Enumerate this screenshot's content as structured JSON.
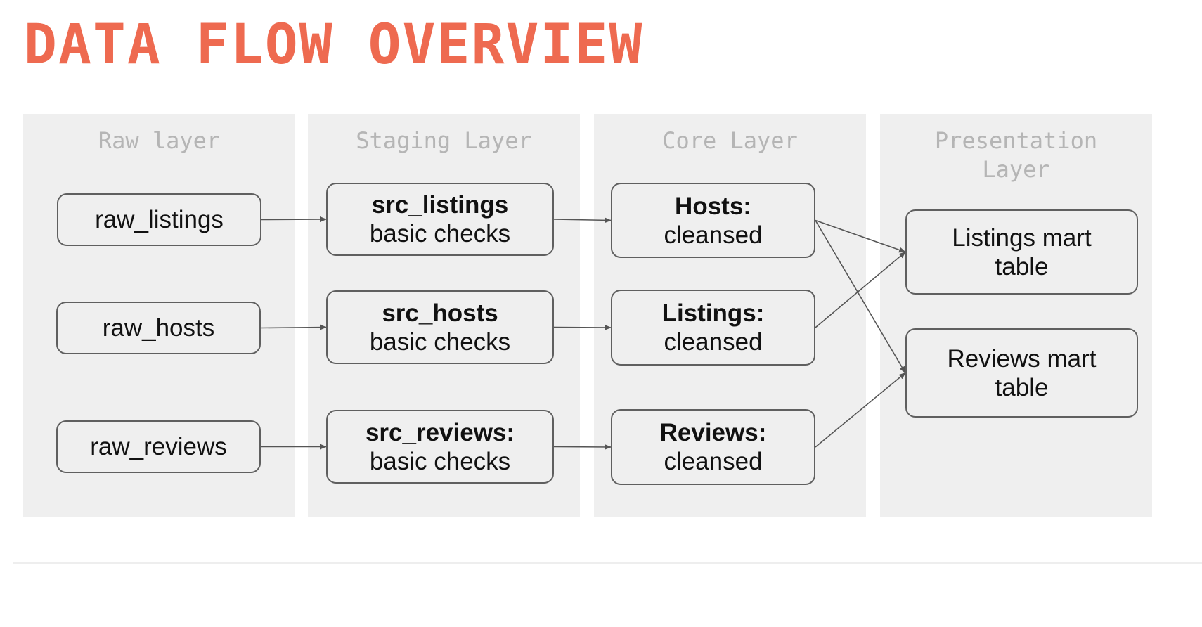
{
  "title": "DATA FLOW OVERVIEW",
  "columns": [
    {
      "title": "Raw layer"
    },
    {
      "title": "Staging Layer"
    },
    {
      "title": "Core Layer"
    },
    {
      "title": "Presentation Layer"
    }
  ],
  "nodes": {
    "raw_listings": {
      "label": "raw_listings"
    },
    "raw_hosts": {
      "label": "raw_hosts"
    },
    "raw_reviews": {
      "label": "raw_reviews"
    },
    "src_listings": {
      "bold": "src_listings",
      "text": "basic checks"
    },
    "src_hosts": {
      "bold": "src_hosts",
      "text": "basic checks"
    },
    "src_reviews": {
      "bold": "src_reviews:",
      "text": "basic checks"
    },
    "hosts_cleansed": {
      "bold": "Hosts:",
      "text": "cleansed"
    },
    "listings_cleansed": {
      "bold": "Listings:",
      "text": "cleansed"
    },
    "reviews_cleansed": {
      "bold": "Reviews:",
      "text": "cleansed"
    },
    "listings_mart": {
      "label": "Listings mart table"
    },
    "reviews_mart": {
      "label": "Reviews mart table"
    }
  },
  "edges": [
    [
      "raw_listings",
      "src_listings"
    ],
    [
      "raw_hosts",
      "src_hosts"
    ],
    [
      "raw_reviews",
      "src_reviews"
    ],
    [
      "src_listings",
      "hosts_cleansed"
    ],
    [
      "src_hosts",
      "listings_cleansed"
    ],
    [
      "src_reviews",
      "reviews_cleansed"
    ],
    [
      "hosts_cleansed",
      "listings_mart"
    ],
    [
      "hosts_cleansed",
      "reviews_mart"
    ],
    [
      "listings_cleansed",
      "listings_mart"
    ],
    [
      "reviews_cleansed",
      "reviews_mart"
    ]
  ]
}
